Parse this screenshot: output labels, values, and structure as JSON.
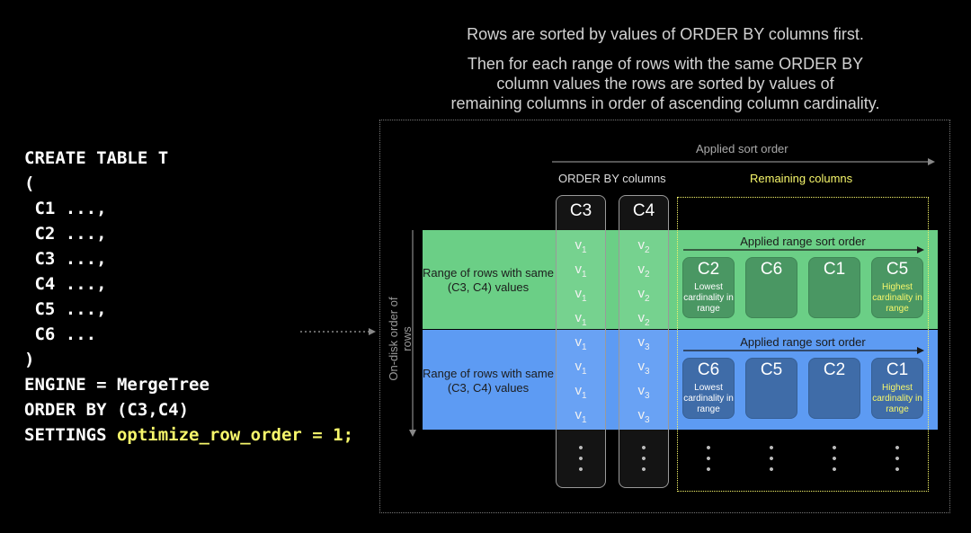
{
  "captions": {
    "line1": "Rows are sorted by values of ORDER BY columns first.",
    "line2": "Then for each range of rows with the same ORDER BY",
    "line3": "column values the rows are sorted by values of",
    "line4": "remaining columns in order of ascending column cardinality."
  },
  "sql": {
    "l1": "CREATE TABLE T",
    "l2": "(",
    "l3": " C1 ...,",
    "l4": " C2 ...,",
    "l5": " C3 ...,",
    "l6": " C4 ...,",
    "l7": " C5 ...,",
    "l8": " C6 ...",
    "l9": ")",
    "l10": "ENGINE = MergeTree",
    "l11": "ORDER BY (C3,C4)",
    "l12_prefix": "SETTINGS ",
    "l12_setting": "optimize_row_order = 1;"
  },
  "diagram": {
    "applied_sort_order": "Applied sort order",
    "order_by_columns": "ORDER BY columns",
    "remaining_columns": "Remaining columns",
    "on_disk_order": "On-disk order of rows",
    "applied_range_sort_order": "Applied range sort order",
    "range_label": "Range of rows with same (C3, C4) values",
    "colors": {
      "green_band": "#6bcf86",
      "blue_band": "#5d9bf3",
      "highlight": "#f7f76b"
    },
    "order_by": [
      {
        "name": "C3",
        "green": [
          "v",
          "v",
          "v",
          "v"
        ],
        "green_sub": [
          "1",
          "1",
          "1",
          "1"
        ],
        "blue": [
          "v",
          "v",
          "v",
          "v"
        ],
        "blue_sub": [
          "1",
          "1",
          "1",
          "1"
        ]
      },
      {
        "name": "C4",
        "green": [
          "v",
          "v",
          "v",
          "v"
        ],
        "green_sub": [
          "2",
          "2",
          "2",
          "2"
        ],
        "blue": [
          "v",
          "v",
          "v",
          "v"
        ],
        "blue_sub": [
          "3",
          "3",
          "3",
          "3"
        ]
      }
    ],
    "green_range": [
      {
        "name": "C2",
        "note": "Lowest cardinality in range"
      },
      {
        "name": "C6",
        "note": ""
      },
      {
        "name": "C1",
        "note": ""
      },
      {
        "name": "C5",
        "note": "Highest cardinality in range"
      }
    ],
    "blue_range": [
      {
        "name": "C6",
        "note": "Lowest cardinality in range"
      },
      {
        "name": "C5",
        "note": ""
      },
      {
        "name": "C2",
        "note": ""
      },
      {
        "name": "C1",
        "note": "Highest cardinality in range"
      }
    ]
  }
}
